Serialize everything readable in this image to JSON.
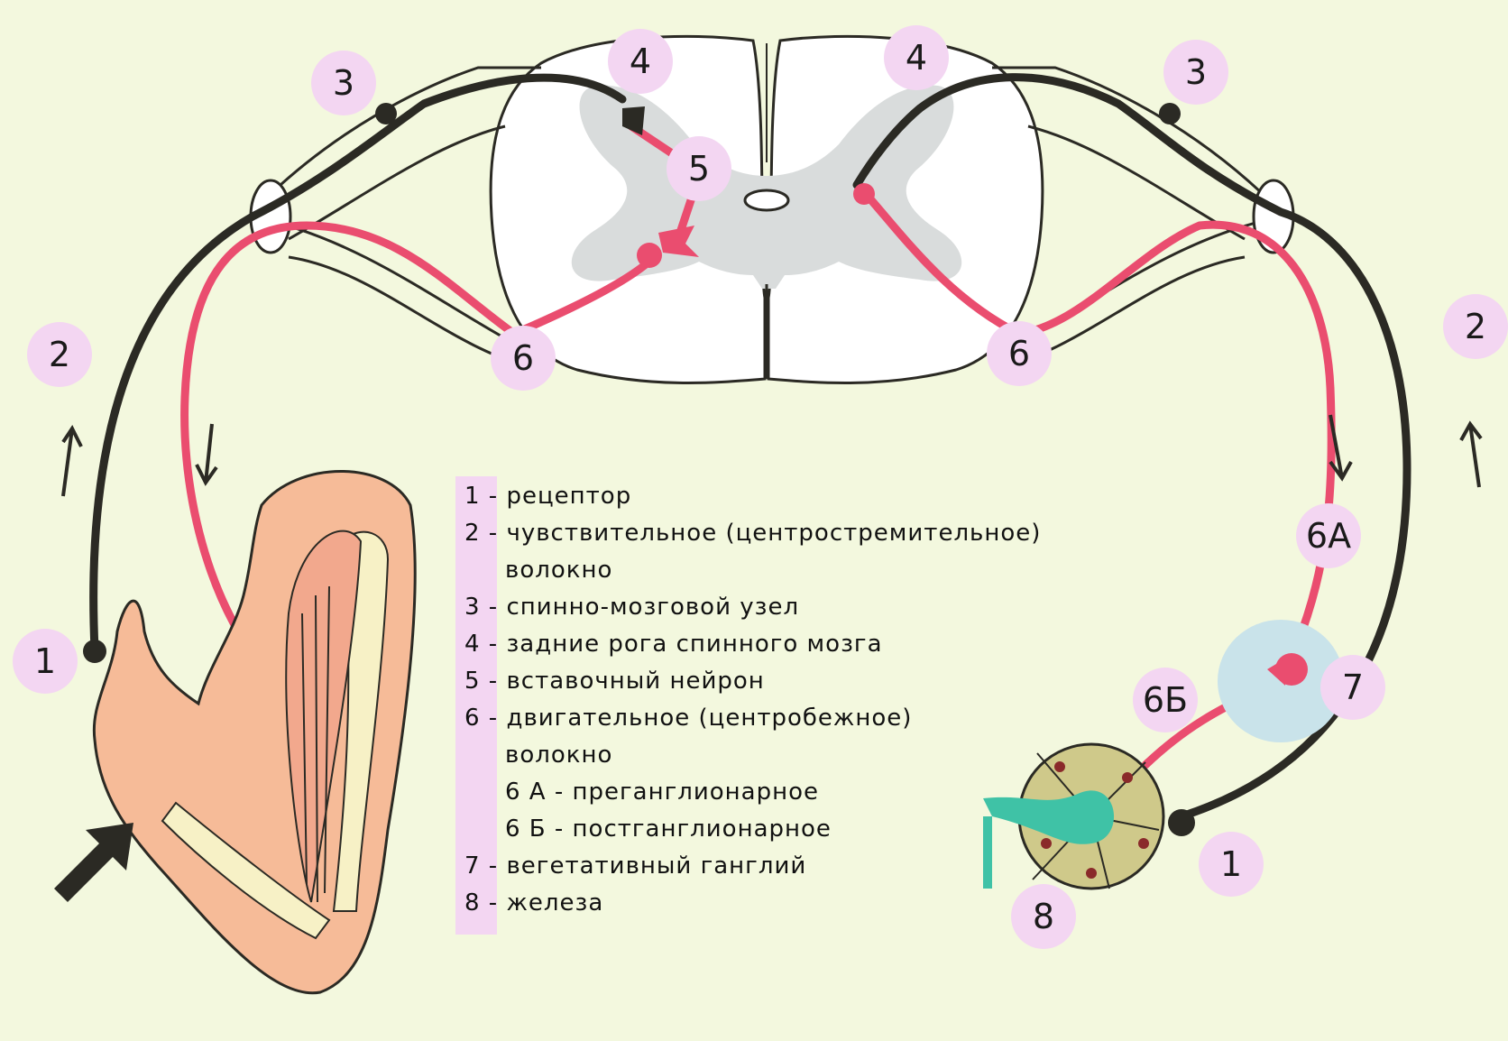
{
  "markers": {
    "m3_left": "3",
    "m4_left": "4",
    "m4_right": "4",
    "m3_right": "3",
    "m5": "5",
    "m2_left": "2",
    "m2_right": "2",
    "m6_left": "6",
    "m6_right": "6",
    "m1_left": "1",
    "m1_right": "1",
    "m6A": "6А",
    "m6B": "6Б",
    "m7": "7",
    "m8": "8"
  },
  "legend": [
    {
      "num": "1",
      "text": "рецептор"
    },
    {
      "num": "2",
      "text": "чувствительное  (центростремительное)"
    },
    {
      "num": "",
      "text": "волокно"
    },
    {
      "num": "3",
      "text": "спинно-мозговой узел"
    },
    {
      "num": "4",
      "text": "задние рога спинного мозга"
    },
    {
      "num": "5",
      "text": "вставочный нейрон"
    },
    {
      "num": "6",
      "text": "двигательное (центробежное)"
    },
    {
      "num": "",
      "text": "волокно"
    },
    {
      "num": "",
      "text": "6 А - преганглионарное"
    },
    {
      "num": "",
      "text": "6 Б - постганглионарное"
    },
    {
      "num": "7",
      "text": "вегетативный ганглий"
    },
    {
      "num": "8",
      "text": "железа"
    }
  ],
  "colors": {
    "background": "#f3f8de",
    "motor_fiber": "#ea4d6f",
    "sensory_fiber": "#2b2a24",
    "marker_circle": "#f3d6f2",
    "grey_matter": "#d9dcdc",
    "ganglion": "#c9e3ea",
    "gland": "#cfc98a",
    "gland_duct": "#3fc2a6",
    "arm_skin": "#f6bb98",
    "bone": "#f7f1c6"
  }
}
